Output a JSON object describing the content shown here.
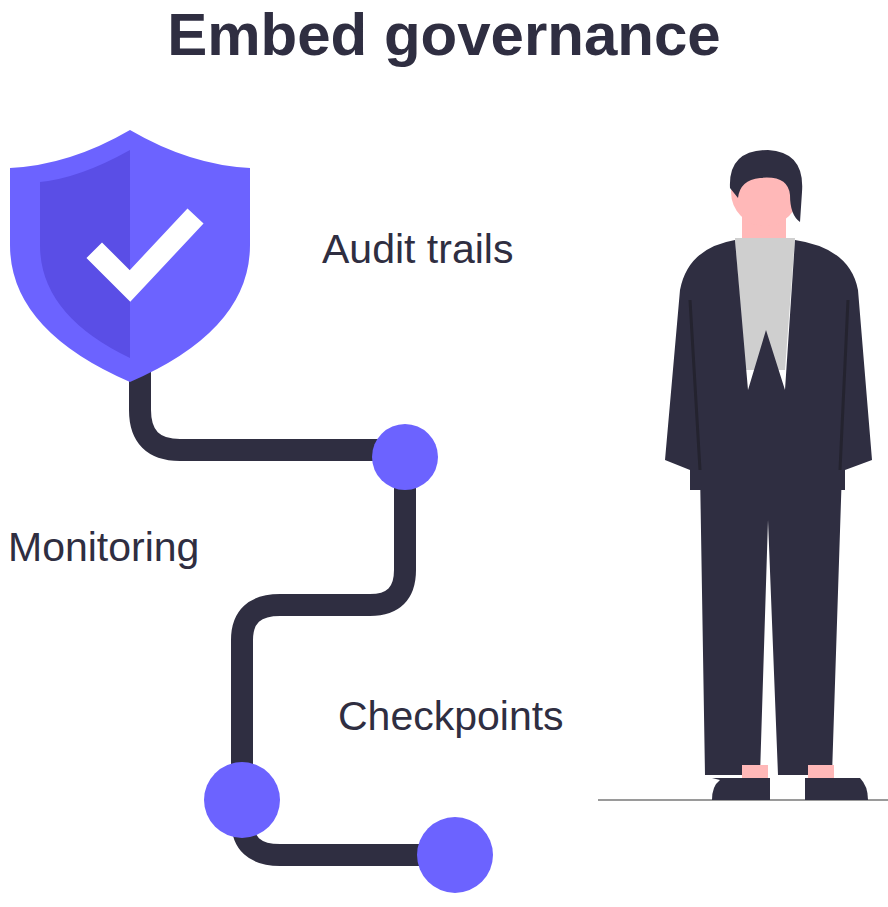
{
  "diagram": {
    "title": "Embed governance",
    "labels": [
      "Audit trails",
      "Monitoring",
      "Checkpoints"
    ]
  }
}
